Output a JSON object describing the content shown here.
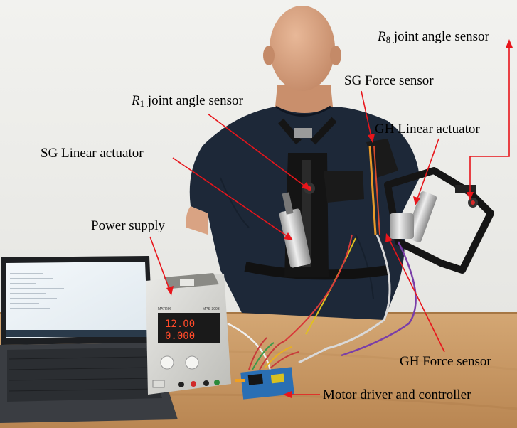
{
  "labels": {
    "r8_symbol": "R",
    "r8_subscript": "8",
    "r8_text": " joint angle sensor",
    "sg_force_sensor": "SG Force sensor",
    "r1_symbol": "R",
    "r1_subscript": "1",
    "r1_text": " joint angle sensor",
    "gh_linear_actuator": "GH Linear actuator",
    "sg_linear_actuator": "SG Linear actuator",
    "power_supply": "Power supply",
    "gh_force_sensor": "GH Force sensor",
    "motor_driver_controller": "Motor driver and controller"
  },
  "power_supply_display": {
    "voltage": "12.00",
    "current": "0.000",
    "brand": "MATRIX",
    "model": "MPS-3003"
  },
  "colors": {
    "annotation_red": "#e8151b",
    "shirt_navy": "#1d2838",
    "mannequin_skin": "#d9a383",
    "wall": "#ecedea",
    "table_wood": "#c99a66"
  }
}
